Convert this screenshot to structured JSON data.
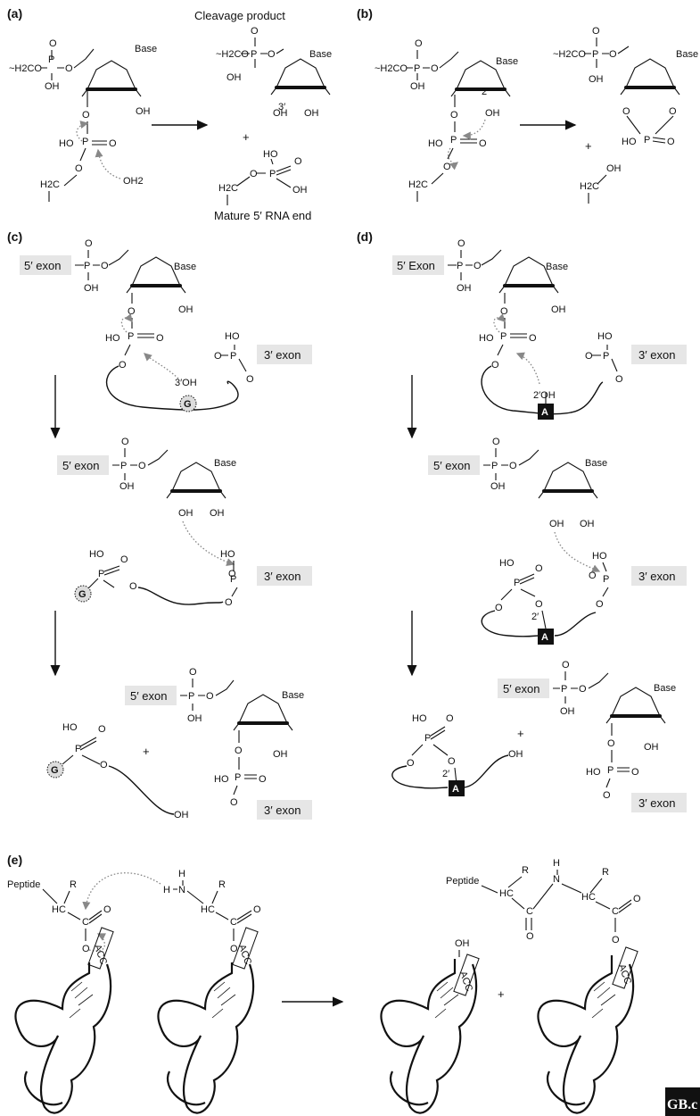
{
  "panels": {
    "a": "(a)",
    "b": "(b)",
    "c": "(c)",
    "d": "(d)",
    "e": "(e)"
  },
  "captions": {
    "cleavage_product": "Cleavage product",
    "mature_end": "Mature 5′ RNA end"
  },
  "exons": {
    "five_prime": "5′ exon",
    "five_prime_cap": "5′ Exon",
    "three_prime": "3′ exon"
  },
  "atoms": {
    "base": "Base",
    "oh": "OH",
    "ho": "HO",
    "o": "O",
    "p": "P",
    "h2co": "~H2CO",
    "h2c": "H2C",
    "oh2": "OH2",
    "oh3": "3′OH",
    "oh2p": "2′OH",
    "c": "C",
    "n": "N",
    "h": "H",
    "r": "R",
    "hc": "HC",
    "peptide": "Peptide",
    "pos3": "3′",
    "pos2": "2′"
  },
  "nucleotides": {
    "g": "G",
    "a": "A",
    "acc": "ACC"
  },
  "symbols": {
    "plus": "+"
  },
  "logo": "GB.c"
}
